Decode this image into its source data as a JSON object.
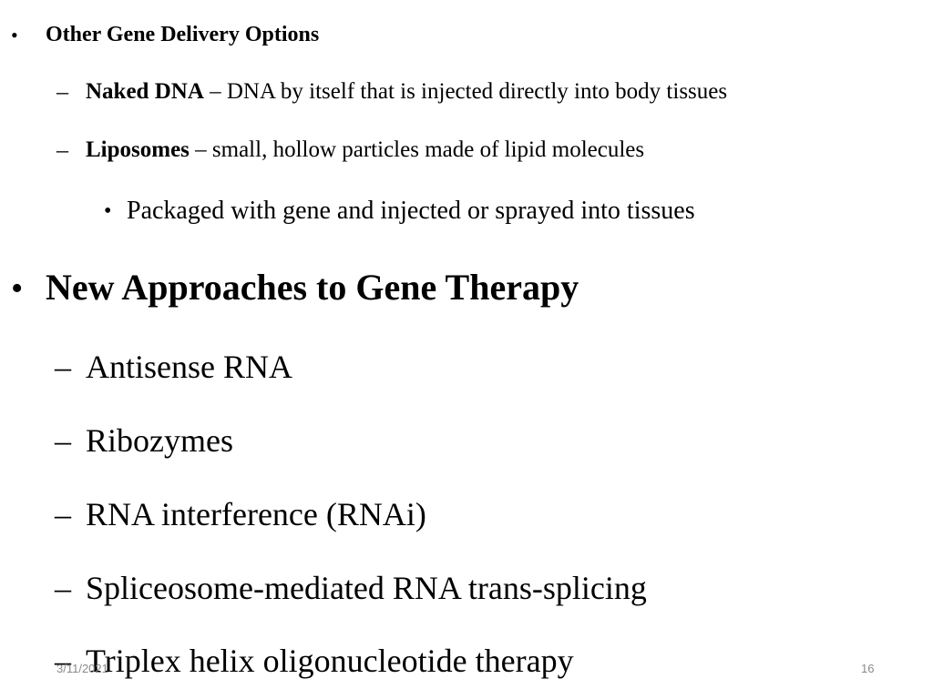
{
  "section1": {
    "marker": "•",
    "heading": "Other Gene Delivery Options",
    "items": [
      {
        "marker": "–",
        "term": "Naked DNA",
        "desc": " – DNA by itself that is injected directly into body tissues"
      },
      {
        "marker": "–",
        "term": "Liposomes",
        "desc": " – small, hollow particles made of lipid molecules"
      }
    ],
    "subitem": {
      "marker": "•",
      "text": "Packaged with gene and injected or sprayed into tissues"
    }
  },
  "section2": {
    "marker": "•",
    "heading": "New Approaches to Gene Therapy",
    "items": [
      {
        "marker": "–",
        "text": "Antisense RNA"
      },
      {
        "marker": "–",
        "text": "Ribozymes"
      },
      {
        "marker": "–",
        "text": "RNA interference (RNAi)"
      },
      {
        "marker": "–",
        "text": "Spliceosome-mediated RNA trans-splicing"
      },
      {
        "marker": "–",
        "text": "Triplex helix oligonucleotide therapy"
      }
    ]
  },
  "footer": {
    "date": "3/11/2021",
    "page_number": "16"
  }
}
